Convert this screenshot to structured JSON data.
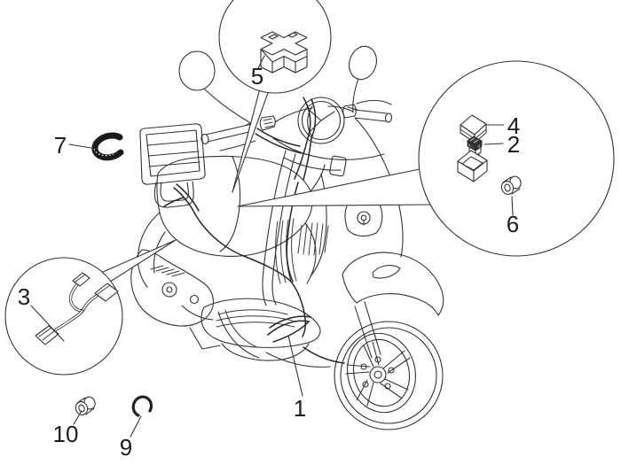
{
  "colors": {
    "paper": "#ffffff",
    "ink": "#333333",
    "label_ink": "#1c1c1c",
    "clamp_fill": "#1a1a1a"
  },
  "callouts": [
    {
      "label": "1",
      "name": "main-wiring-harness"
    },
    {
      "label": "2",
      "name": "blade-fuse"
    },
    {
      "label": "3",
      "name": "auxiliary-cable-assembly"
    },
    {
      "label": "4",
      "name": "fuse-cover"
    },
    {
      "label": "5",
      "name": "connector-block"
    },
    {
      "label": "6",
      "name": "bushing"
    },
    {
      "label": "7",
      "name": "clamp-ring"
    },
    {
      "label": "9",
      "name": "circlip"
    },
    {
      "label": "10",
      "name": "bushing-small"
    }
  ]
}
